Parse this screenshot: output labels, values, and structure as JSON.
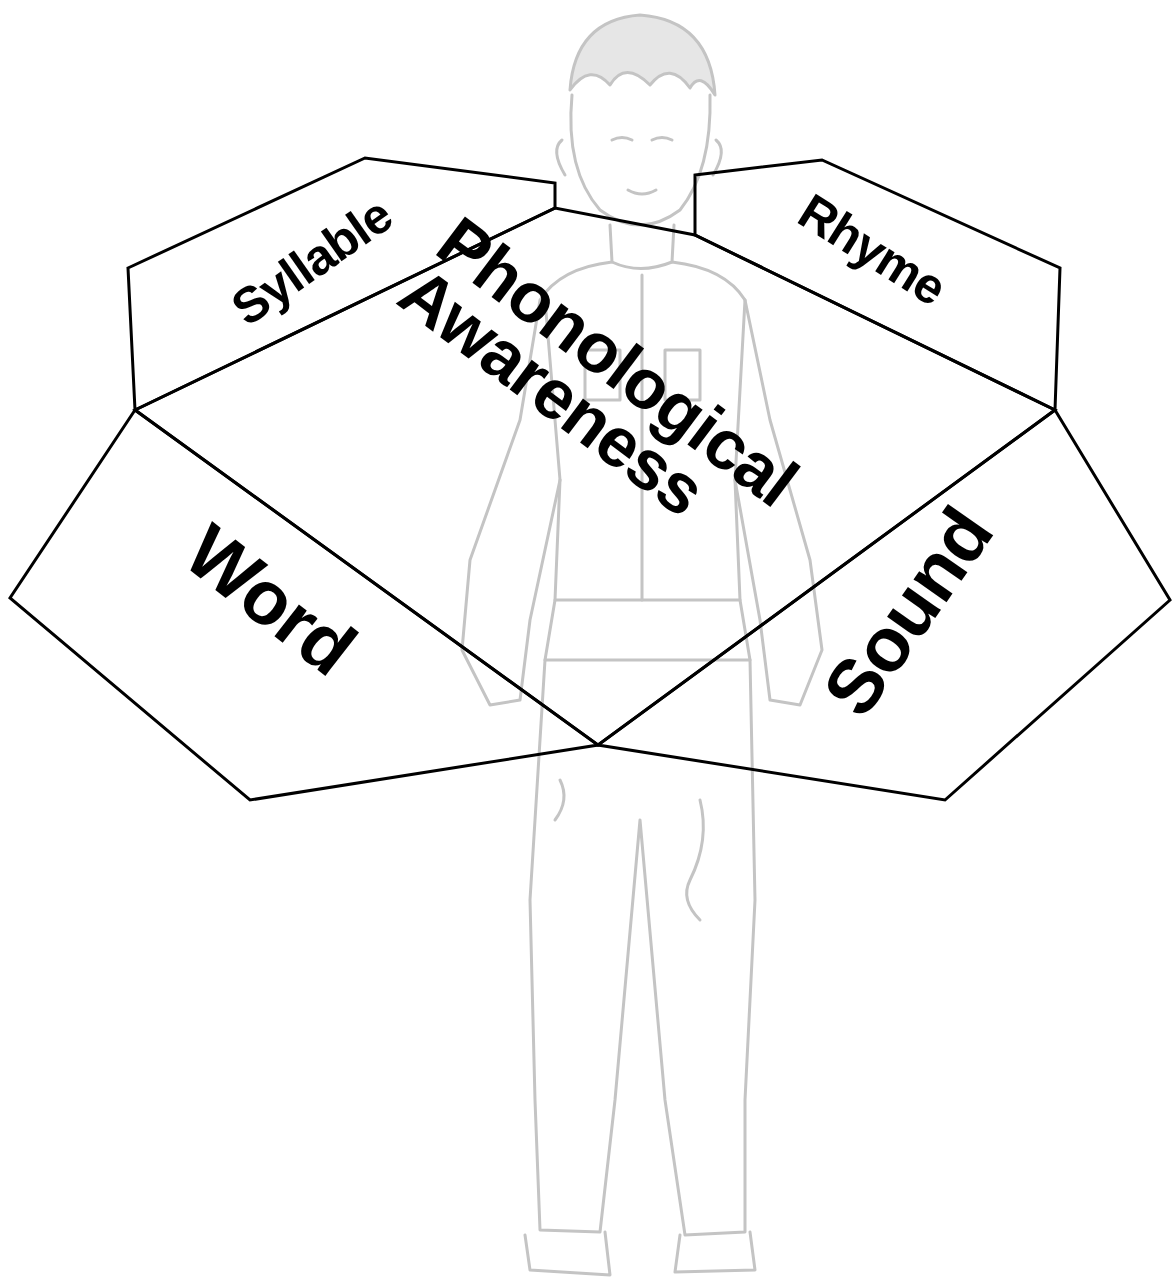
{
  "diagram": {
    "nodes": [
      {
        "text": [
          "Syllable"
        ]
      },
      {
        "text": [
          "Rhyme"
        ]
      },
      {
        "text": [
          "Phonological Awareness"
        ]
      },
      {
        "text": [
          "Word"
        ]
      },
      {
        "text": [
          "Sound"
        ]
      }
    ]
  }
}
